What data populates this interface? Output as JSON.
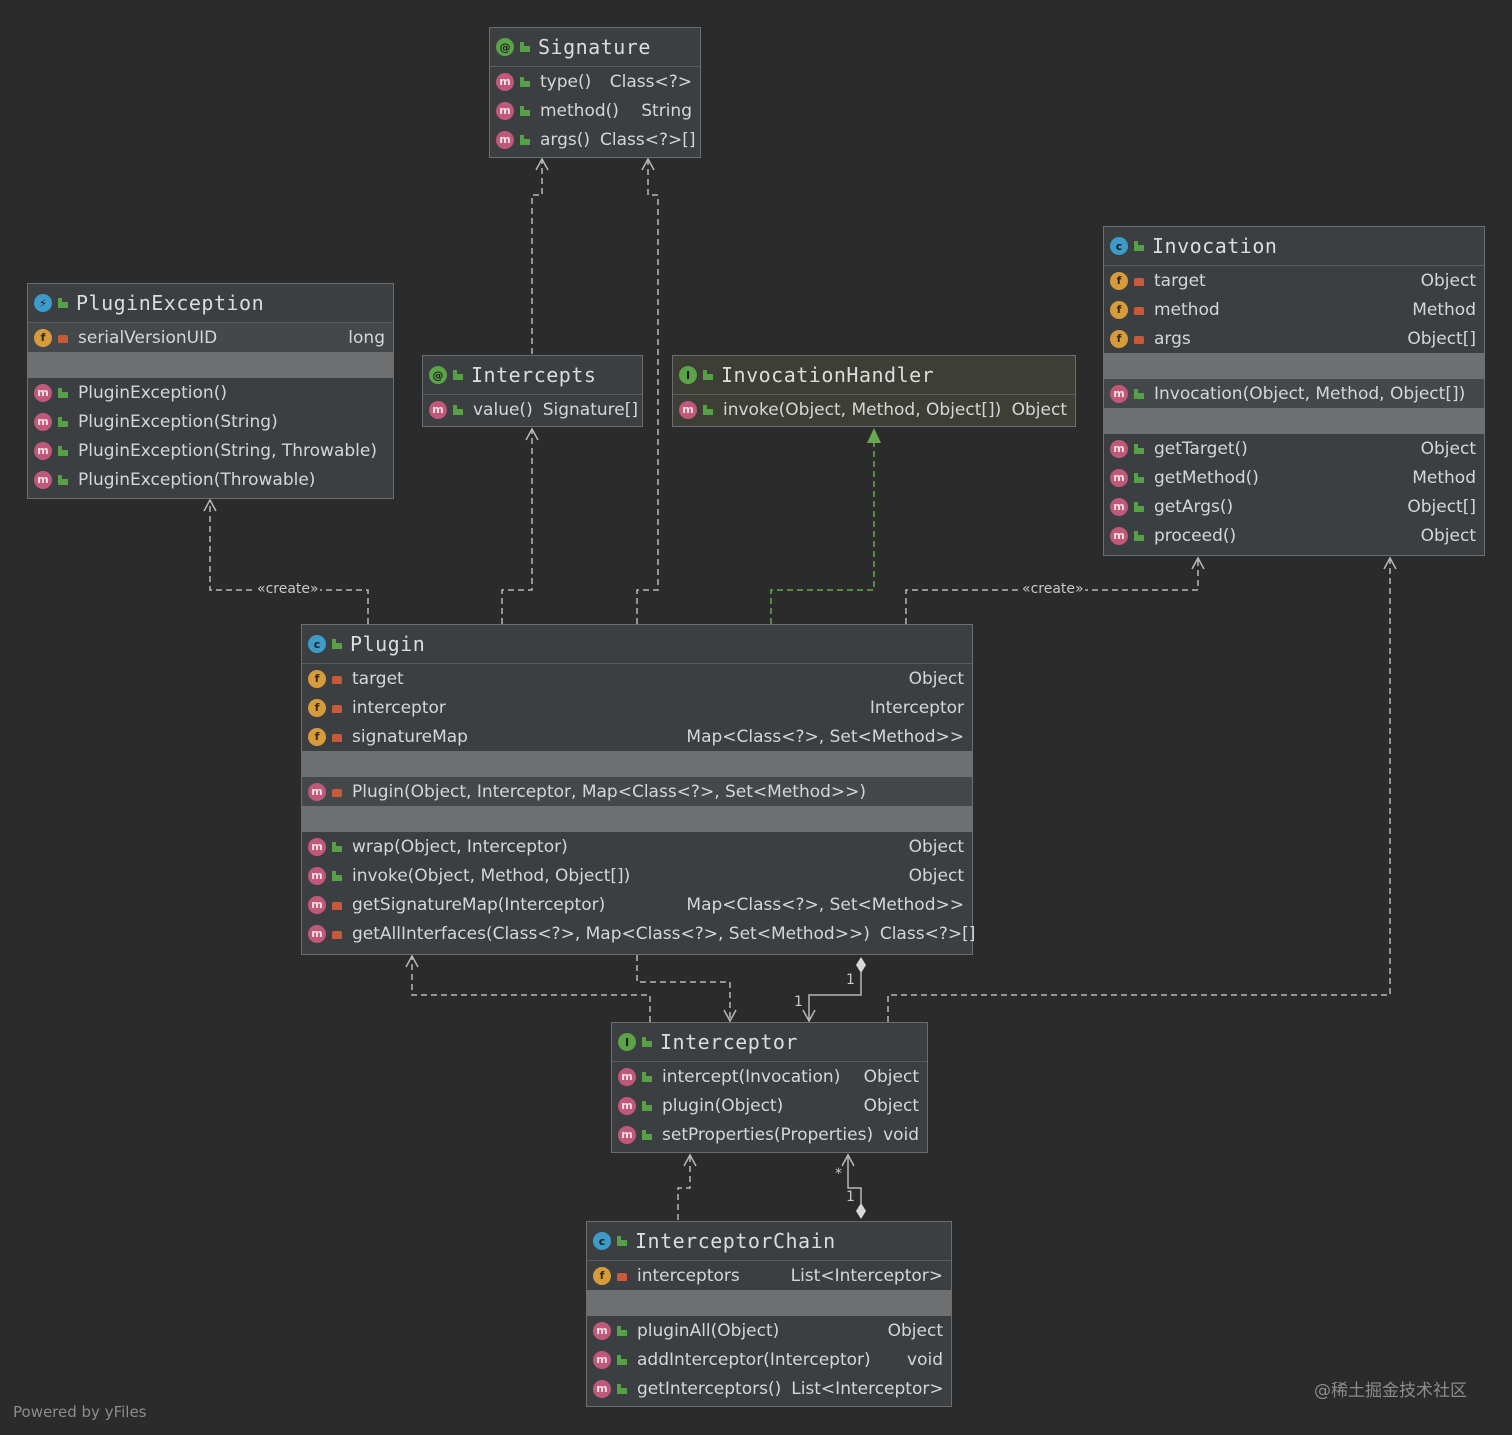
{
  "boxes": {
    "signature": {
      "title": "Signature",
      "kind": "annotation",
      "rows": [
        {
          "icon": "method",
          "vis": "public",
          "name": "type()",
          "type": "Class<?>"
        },
        {
          "icon": "method",
          "vis": "public",
          "name": "method()",
          "type": "String"
        },
        {
          "icon": "method",
          "vis": "public",
          "name": "args()",
          "type": "Class<?>[]"
        }
      ]
    },
    "pluginexception": {
      "title": "PluginException",
      "kind": "exception",
      "fields": [
        {
          "icon": "field",
          "vis": "private",
          "name": "serialVersionUID",
          "type": "long"
        }
      ],
      "methods": [
        {
          "icon": "method",
          "vis": "public",
          "name": "PluginException()",
          "type": ""
        },
        {
          "icon": "method",
          "vis": "public",
          "name": "PluginException(String)",
          "type": ""
        },
        {
          "icon": "method",
          "vis": "public",
          "name": "PluginException(String, Throwable)",
          "type": ""
        },
        {
          "icon": "method",
          "vis": "public",
          "name": "PluginException(Throwable)",
          "type": ""
        }
      ]
    },
    "intercepts": {
      "title": "Intercepts",
      "kind": "annotation",
      "rows": [
        {
          "icon": "method",
          "vis": "public",
          "name": "value()",
          "type": "Signature[]"
        }
      ]
    },
    "invocationhandler": {
      "title": "InvocationHandler",
      "kind": "interface",
      "rows": [
        {
          "icon": "method",
          "vis": "public",
          "name": "invoke(Object, Method, Object[])",
          "type": "Object"
        }
      ]
    },
    "invocation": {
      "title": "Invocation",
      "kind": "class",
      "fields": [
        {
          "icon": "field",
          "vis": "private",
          "name": "target",
          "type": "Object"
        },
        {
          "icon": "field",
          "vis": "private",
          "name": "method",
          "type": "Method"
        },
        {
          "icon": "field",
          "vis": "private",
          "name": "args",
          "type": "Object[]"
        }
      ],
      "ctors": [
        {
          "icon": "method",
          "vis": "public",
          "name": "Invocation(Object, Method, Object[])",
          "type": ""
        }
      ],
      "methods": [
        {
          "icon": "method",
          "vis": "public",
          "name": "getTarget()",
          "type": "Object"
        },
        {
          "icon": "method",
          "vis": "public",
          "name": "getMethod()",
          "type": "Method"
        },
        {
          "icon": "method",
          "vis": "public",
          "name": "getArgs()",
          "type": "Object[]"
        },
        {
          "icon": "method",
          "vis": "public",
          "name": "proceed()",
          "type": "Object"
        }
      ]
    },
    "plugin": {
      "title": "Plugin",
      "kind": "class",
      "fields": [
        {
          "icon": "field",
          "vis": "private",
          "name": "target",
          "type": "Object"
        },
        {
          "icon": "field",
          "vis": "private",
          "name": "interceptor",
          "type": "Interceptor"
        },
        {
          "icon": "field",
          "vis": "private",
          "name": "signatureMap",
          "type": "Map<Class<?>, Set<Method>>"
        }
      ],
      "ctors": [
        {
          "icon": "method",
          "vis": "private",
          "name": "Plugin(Object, Interceptor, Map<Class<?>, Set<Method>>)",
          "type": ""
        }
      ],
      "methods": [
        {
          "icon": "method",
          "vis": "public",
          "name": "wrap(Object, Interceptor)",
          "type": "Object"
        },
        {
          "icon": "method",
          "vis": "public",
          "name": "invoke(Object, Method, Object[])",
          "type": "Object"
        },
        {
          "icon": "method",
          "vis": "private",
          "name": "getSignatureMap(Interceptor)",
          "type": "Map<Class<?>, Set<Method>>"
        },
        {
          "icon": "method",
          "vis": "private",
          "name": "getAllInterfaces(Class<?>, Map<Class<?>, Set<Method>>)",
          "type": "Class<?>[]"
        }
      ]
    },
    "interceptor": {
      "title": "Interceptor",
      "kind": "interface",
      "rows": [
        {
          "icon": "method",
          "vis": "public",
          "name": "intercept(Invocation)",
          "type": "Object"
        },
        {
          "icon": "method",
          "vis": "public",
          "name": "plugin(Object)",
          "type": "Object"
        },
        {
          "icon": "method",
          "vis": "public",
          "name": "setProperties(Properties)",
          "type": "void"
        }
      ]
    },
    "interceptorchain": {
      "title": "InterceptorChain",
      "kind": "class",
      "fields": [
        {
          "icon": "field",
          "vis": "private",
          "name": "interceptors",
          "type": "List<Interceptor>"
        }
      ],
      "methods": [
        {
          "icon": "method",
          "vis": "public",
          "name": "pluginAll(Object)",
          "type": "Object"
        },
        {
          "icon": "method",
          "vis": "public",
          "name": "addInterceptor(Interceptor)",
          "type": "void"
        },
        {
          "icon": "method",
          "vis": "public",
          "name": "getInterceptors()",
          "type": "List<Interceptor>"
        }
      ]
    }
  },
  "edge_labels": {
    "create_left": "«create»",
    "create_right": "«create»"
  },
  "multiplicities": {
    "plugin_interceptor_a": "1",
    "plugin_interceptor_b": "1",
    "chain_star": "*",
    "chain_one": "1"
  },
  "colors": {
    "dependency": "#b8b8b8",
    "realization": "#6aa84f",
    "background": "#2b2b2c"
  },
  "footer": {
    "powered_by": "Powered by yFiles",
    "watermark": "@稀土掘金技术社区"
  }
}
